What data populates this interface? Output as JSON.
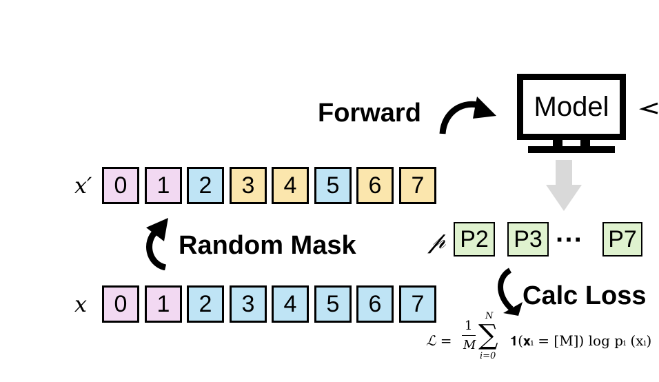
{
  "labels": {
    "forward": "Forward",
    "model": "Model",
    "random_mask": "Random Mask",
    "calc_loss": "Calc Loss",
    "dots": "···",
    "x_prime": "x′",
    "x": "x",
    "p": "𝓅"
  },
  "masked_tokens": [
    {
      "text": "0",
      "color": "#f2d9f2"
    },
    {
      "text": "1",
      "color": "#f2d9f2"
    },
    {
      "text": "2",
      "color": "#bfe4f5"
    },
    {
      "text": "3",
      "color": "#fbe6ad"
    },
    {
      "text": "4",
      "color": "#fbe6ad"
    },
    {
      "text": "5",
      "color": "#bfe4f5"
    },
    {
      "text": "6",
      "color": "#fbe6ad"
    },
    {
      "text": "7",
      "color": "#fbe6ad"
    }
  ],
  "original_tokens": [
    {
      "text": "0",
      "color": "#f2d9f2"
    },
    {
      "text": "1",
      "color": "#f2d9f2"
    },
    {
      "text": "2",
      "color": "#bfe4f5"
    },
    {
      "text": "3",
      "color": "#bfe4f5"
    },
    {
      "text": "4",
      "color": "#bfe4f5"
    },
    {
      "text": "5",
      "color": "#bfe4f5"
    },
    {
      "text": "6",
      "color": "#bfe4f5"
    },
    {
      "text": "7",
      "color": "#bfe4f5"
    }
  ],
  "predictions": [
    "P2",
    "P3",
    "P7"
  ],
  "formula": {
    "lhs": "ℒ = ",
    "frac_num": "1",
    "frac_den": "M",
    "sum_upper": "N",
    "sum_lower": "i=0",
    "body": "𝟏(𝐱ᵢ = [M]) log pᵢ (xᵢ)"
  },
  "colors": {
    "pink": "#f2d9f2",
    "blue": "#bfe4f5",
    "yellow": "#fbe6ad",
    "green": "#dff2cf",
    "gray_arrow": "#d9d9d9"
  }
}
